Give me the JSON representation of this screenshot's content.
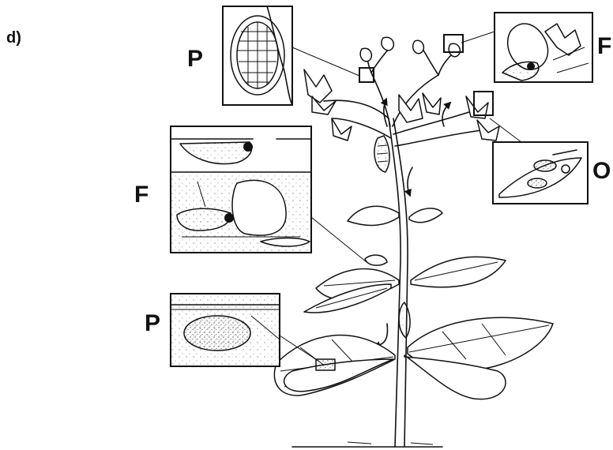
{
  "panel_label": "d)",
  "stage_labels": {
    "top_left": "P",
    "top_right": "F",
    "right": "O",
    "mid_left": "F",
    "lower_left": "P"
  },
  "colors": {
    "ink": "#111111",
    "paper": "#ffffff"
  }
}
